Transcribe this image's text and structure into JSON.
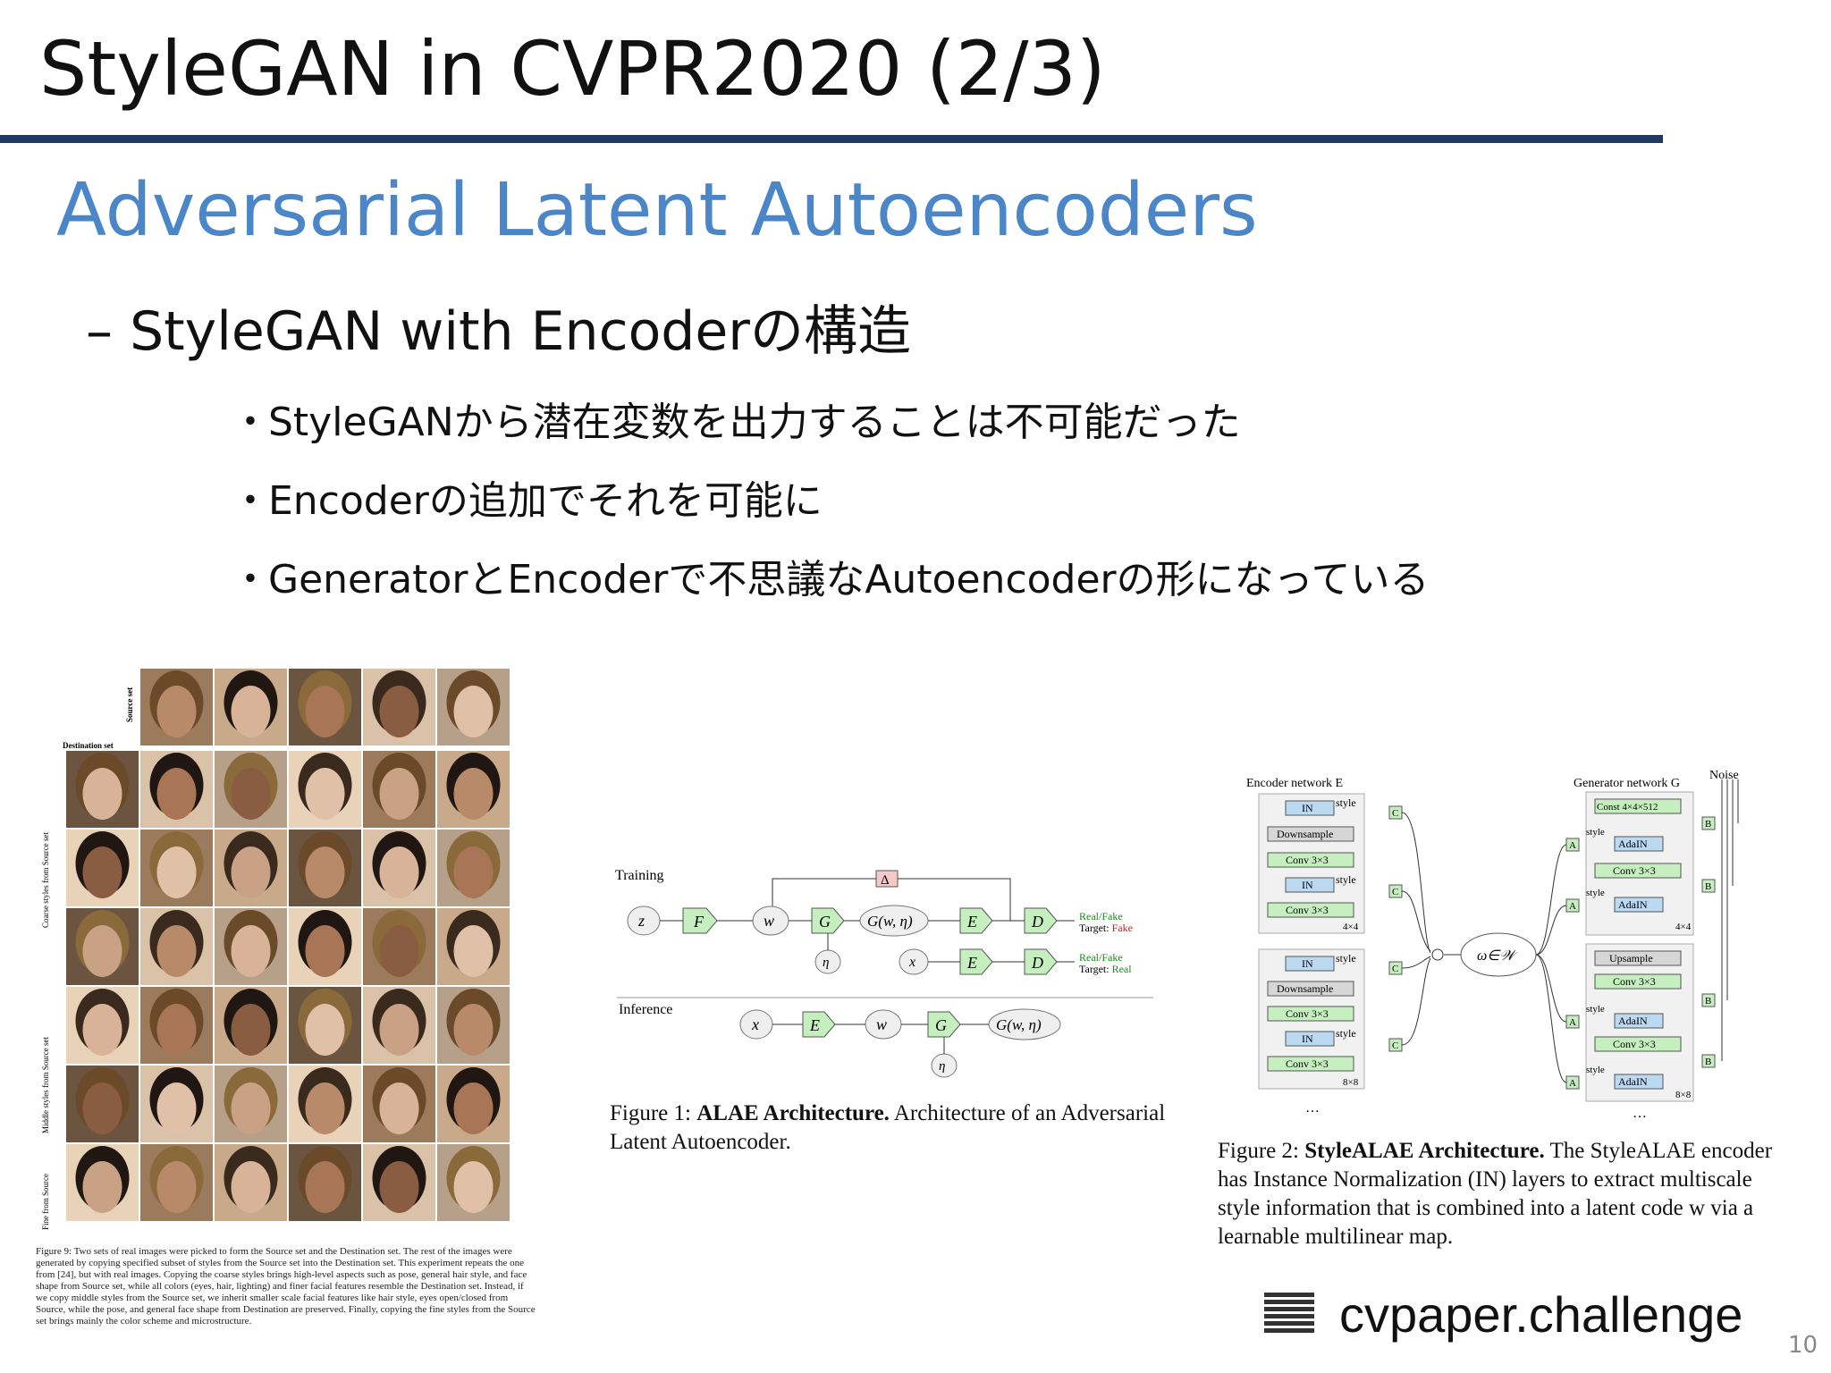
{
  "slide": {
    "title": "StyleGAN in CVPR2020 (2/3)",
    "subtitle": "Adversarial Latent Autoencoders",
    "bullet": "– StyleGAN with Encoderの構造",
    "sub_bullets": [
      "StyleGANから潜在変数を出力することは不可能だった",
      "Encoderの追加でそれを可能に",
      "GeneratorとEncoderで不思議なAutoencoderの形になっている"
    ],
    "sub_bullet_marker": "・",
    "page_number": "10"
  },
  "figure9": {
    "row_labels": [
      "Source set",
      "Destination set",
      "Coarse styles from Source set",
      "Middle styles from Source set",
      "Fine from Source"
    ],
    "caption": "Figure 9: Two sets of real images were picked to form the Source set and the Destination set. The rest of the images were generated by copying specified subset of styles from the Source set into the Destination set. This experiment repeats the one from [24], but with real images. Copying the coarse styles brings high-level aspects such as pose, general hair style, and face shape from Source set, while all colors (eyes, hair, lighting) and finer facial features resemble the Destination set. Instead, if we copy middle styles from the Source set, we inherit smaller scale facial features like hair style, eyes open/closed from Source, while the pose, and general face shape from Destination are preserved. Finally, copying the fine styles from the Source set brings mainly the color scheme and microstructure."
  },
  "figure1": {
    "training_label": "Training",
    "inference_label": "Inference",
    "delta": "Δ",
    "nodes": {
      "z": "z",
      "F": "F",
      "w": "w",
      "G": "G",
      "Gw": "G(w, η)",
      "E": "E",
      "D": "D",
      "eta": "η",
      "x": "x"
    },
    "out1_a": "Real/Fake",
    "out1_b": "Target: ",
    "out1_c": "Fake",
    "out2_a": "Real/Fake",
    "out2_b": "Target: ",
    "out2_c": "Real",
    "caption_prefix": "Figure 1: ",
    "caption_bold": "ALAE Architecture.",
    "caption_rest": " Architecture of an Adversarial Latent Autoencoder."
  },
  "figure2": {
    "encoder_title": "Encoder network E",
    "generator_title": "Generator network G",
    "noise": "Noise",
    "latent": "ω∈𝒲",
    "enc_blocks": [
      "IN",
      "Downsample",
      "Conv 3×3",
      "IN",
      "Conv 3×3"
    ],
    "enc_res": [
      "4×4",
      "8×8"
    ],
    "gen_blocks_top": [
      "Const 4×4×512",
      "AdaIN",
      "Conv 3×3",
      "AdaIN"
    ],
    "gen_blocks_bottom": [
      "Upsample",
      "Conv 3×3",
      "AdaIN",
      "Conv 3×3",
      "AdaIN"
    ],
    "style": "style",
    "labels": {
      "A": "A",
      "B": "B",
      "C": "C",
      "dots": "…"
    },
    "caption_prefix": "Figure 2: ",
    "caption_bold": "StyleALAE Architecture.",
    "caption_rest": " The StyleALAE encoder has Instance Normalization (IN) layers to extract multiscale style information that is combined into a latent code w via a learnable multilinear map."
  },
  "logo": {
    "text": "cvpaper.challenge"
  },
  "colors": {
    "title_rule": "#1f3864",
    "subtitle": "#4a86c8",
    "block_green": "#c6efc0",
    "block_blue": "#bcd9f2",
    "block_gray": "#d6d6d6",
    "real_text": "#1a8a1a",
    "fake_text": "#c02020"
  }
}
